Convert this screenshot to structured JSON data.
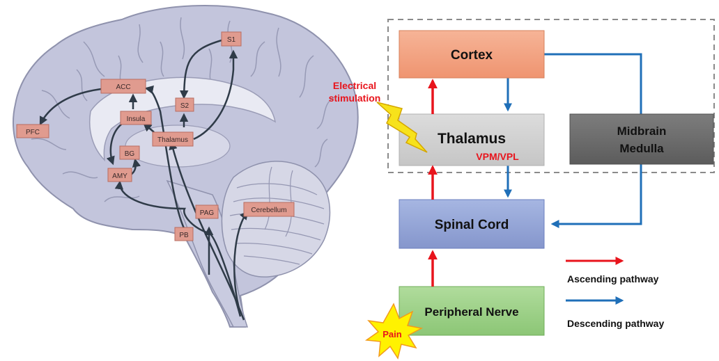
{
  "brain": {
    "regions": {
      "s1": "S1",
      "acc": "ACC",
      "s2": "S2",
      "insula": "Insula",
      "pfc": "PFC",
      "thalamus": "Thalamus",
      "bg": "BG",
      "amy": "AMY",
      "pag": "PAG",
      "cerebellum": "Cerebellum",
      "pb": "PB"
    }
  },
  "flow": {
    "boxes": {
      "cortex": "Cortex",
      "thalamus": "Thalamus",
      "thalamus_sub": "VPM/VPL",
      "midbrain_line1": "Midbrain",
      "midbrain_line2": "Medulla",
      "spinal_cord": "Spinal Cord",
      "peripheral_nerve": "Peripheral Nerve"
    },
    "electrical_line1": "Electrical",
    "electrical_line2": "stimulation",
    "pain": "Pain"
  },
  "legend": {
    "ascending_label": "Ascending pathway",
    "descending_label": "Descending pathway"
  },
  "colors": {
    "ascending": "#e8141c",
    "descending": "#1f6fb8",
    "cortex_fill": "#f4a585",
    "thalamus_fill": "#d2d2d2",
    "midbrain_fill": "#6e6e6e",
    "spinal_fill": "#97a8d8",
    "peripheral_fill": "#9fd18a",
    "region_fill": "#e09b8f",
    "brain_fill": "#c4c6dc"
  }
}
